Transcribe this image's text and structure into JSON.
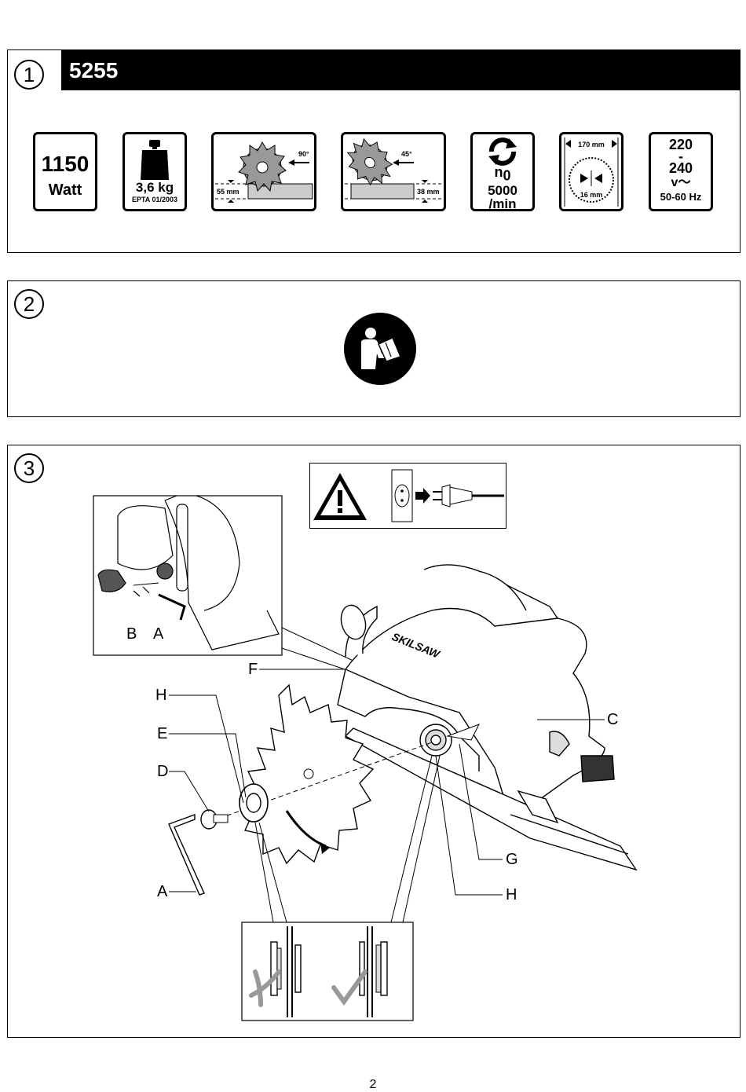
{
  "section1": {
    "number": "1",
    "model": "5255",
    "power": {
      "value": "1150",
      "unit": "Watt"
    },
    "weight": {
      "value": "3,6 kg",
      "standard": "EPTA 01/2003"
    },
    "cut_90": {
      "angle": "90°",
      "depth": "55 mm"
    },
    "cut_45": {
      "angle": "45°",
      "depth": "38 mm"
    },
    "speed": {
      "symbol": "n",
      "subscript": "0",
      "value": "5000",
      "unit": "/min"
    },
    "blade": {
      "diameter": "170 mm",
      "bore": "16 mm"
    },
    "voltage": {
      "low": "220",
      "dash": "-",
      "high": "240",
      "symbol": "v～",
      "frequency": "50-60 Hz"
    }
  },
  "section2": {
    "number": "2",
    "icon": "read-manual-icon"
  },
  "section3": {
    "number": "3",
    "labels": {
      "A_inset": "A",
      "B": "B",
      "F": "F",
      "H_left": "H",
      "E": "E",
      "D": "D",
      "A_wrench": "A",
      "C": "C",
      "G": "G",
      "H_right": "H"
    },
    "brand": "SKILSAW"
  },
  "page_number": "2"
}
